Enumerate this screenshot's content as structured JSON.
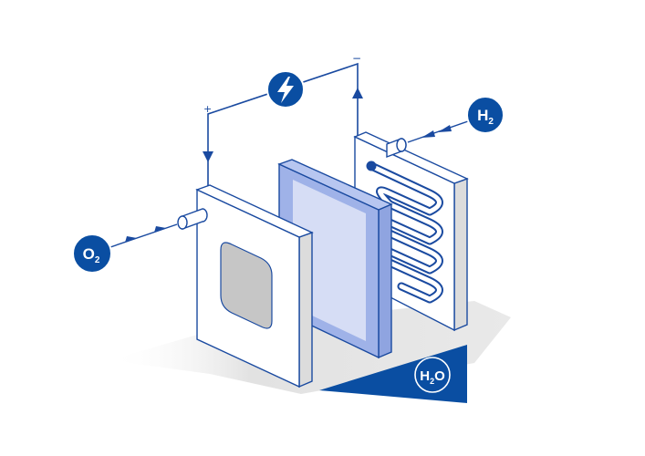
{
  "circuit": {
    "positive_sign": "+",
    "negative_sign": "−",
    "power_icon": "lightning-bolt-icon"
  },
  "inputs": {
    "oxygen": {
      "symbol": "O",
      "subscript": "2"
    },
    "hydrogen": {
      "symbol": "H",
      "subscript": "2"
    }
  },
  "output": {
    "water": {
      "prefix": "H",
      "subscript": "2",
      "suffix": "O"
    }
  },
  "colors": {
    "brand_blue": "#0a4ea2",
    "line_blue": "#1a4aa0",
    "membrane_light": "#d6ddf5",
    "membrane_frame": "#9fb2e8",
    "plate_face": "#ffffff",
    "plate_side": "#dcdcdc",
    "catalyst_gray": "#c6c6c6",
    "shadow": "#e6e6e6"
  }
}
